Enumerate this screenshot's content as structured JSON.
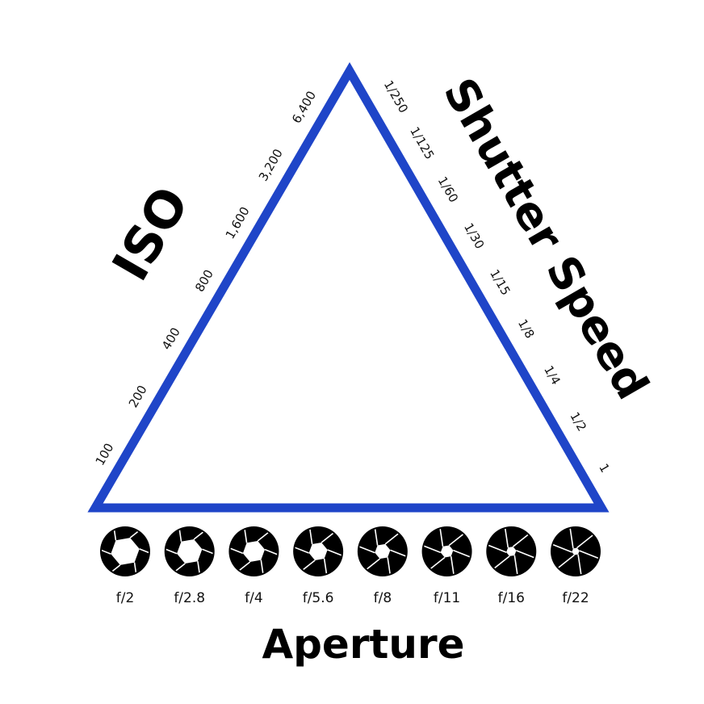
{
  "iso": {
    "title": "ISO",
    "values": [
      "100",
      "200",
      "400",
      "800",
      "1,600",
      "3,200",
      "6,400"
    ]
  },
  "shutter": {
    "title": "Shutter Speed",
    "values": [
      "1/250",
      "1/125",
      "1/60",
      "1/30",
      "1/15",
      "1/8",
      "1/4",
      "1/2",
      "1"
    ]
  },
  "aperture": {
    "title": "Aperture",
    "stops": [
      {
        "label": "f/2",
        "opening": 1.0
      },
      {
        "label": "f/2.8",
        "opening": 0.86
      },
      {
        "label": "f/4",
        "opening": 0.72
      },
      {
        "label": "f/5.6",
        "opening": 0.58
      },
      {
        "label": "f/8",
        "opening": 0.45
      },
      {
        "label": "f/11",
        "opening": 0.33
      },
      {
        "label": "f/16",
        "opening": 0.22
      },
      {
        "label": "f/22",
        "opening": 0.12
      }
    ]
  },
  "colors": {
    "triangle": "#1f45c8",
    "iris": "#000000",
    "text": "#000000"
  }
}
